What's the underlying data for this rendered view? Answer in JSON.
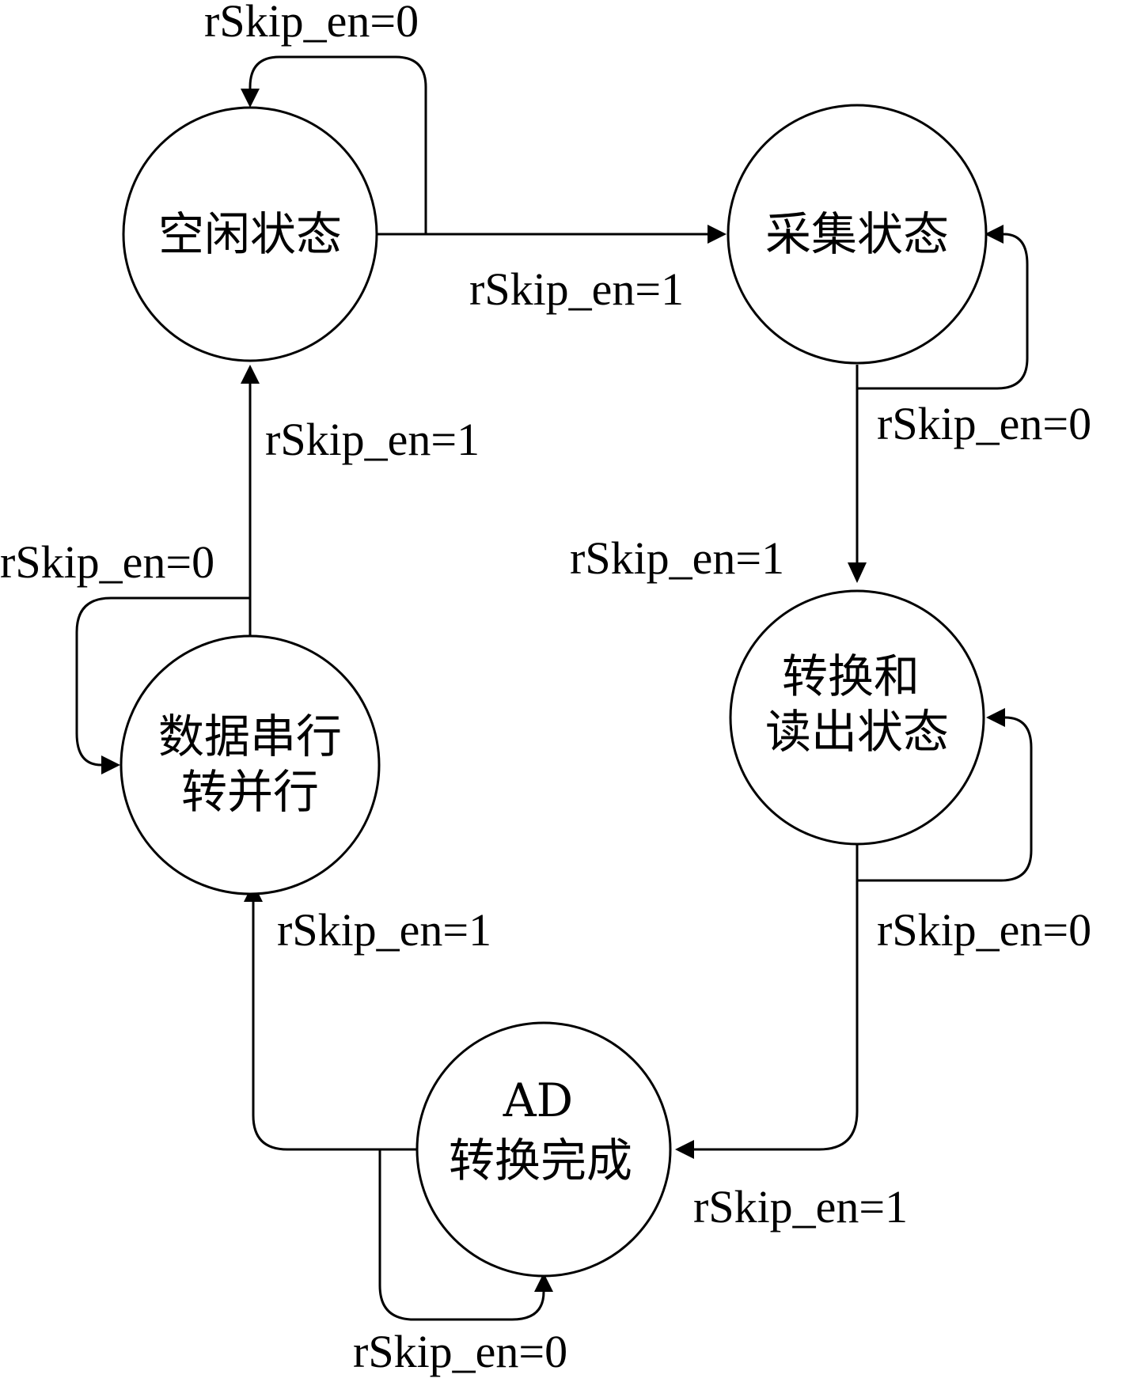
{
  "states": {
    "idle": {
      "label": "空闲状态"
    },
    "acquire": {
      "label": "采集状态"
    },
    "convert_read": {
      "line1": "转换和",
      "line2": "读出状态"
    },
    "ad_done": {
      "line1": "AD",
      "line2": "转换完成"
    },
    "serial_parallel": {
      "line1": "数据串行",
      "line2": "转并行"
    }
  },
  "transitions": {
    "idle_self": "rSkip_en=0",
    "idle_to_acquire": "rSkip_en=1",
    "acquire_self": "rSkip_en=0",
    "acquire_to_convert": "rSkip_en=1",
    "convert_self": "rSkip_en=0",
    "convert_to_ad": "rSkip_en=1",
    "ad_self": "rSkip_en=0",
    "ad_to_serial": "rSkip_en=1",
    "serial_self": "rSkip_en=0",
    "serial_to_idle": "rSkip_en=1"
  }
}
